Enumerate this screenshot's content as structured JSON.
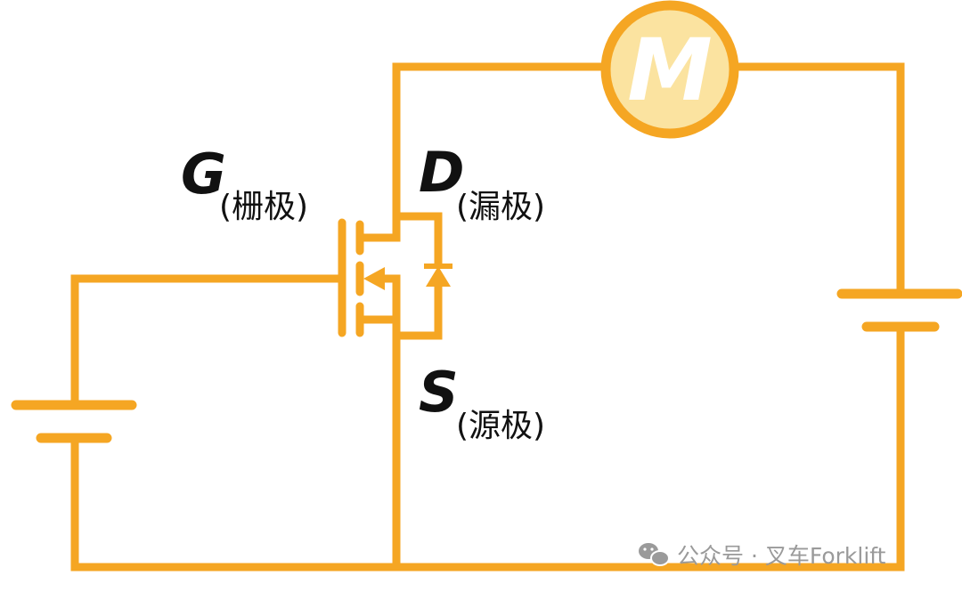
{
  "colors": {
    "wire": "#f5a623",
    "motor_fill": "#fbe3a0",
    "text": "#111111",
    "watermark": "#9a9a9a"
  },
  "terminals": {
    "gate": {
      "letter": "G",
      "label": "(栅极)"
    },
    "drain": {
      "letter": "D",
      "label": "(漏极)"
    },
    "source": {
      "letter": "S",
      "label": "(源极)"
    }
  },
  "motor": {
    "label": "M"
  },
  "watermark": {
    "icon": "wechat-icon",
    "text": "公众号 · 叉车Forklift"
  }
}
